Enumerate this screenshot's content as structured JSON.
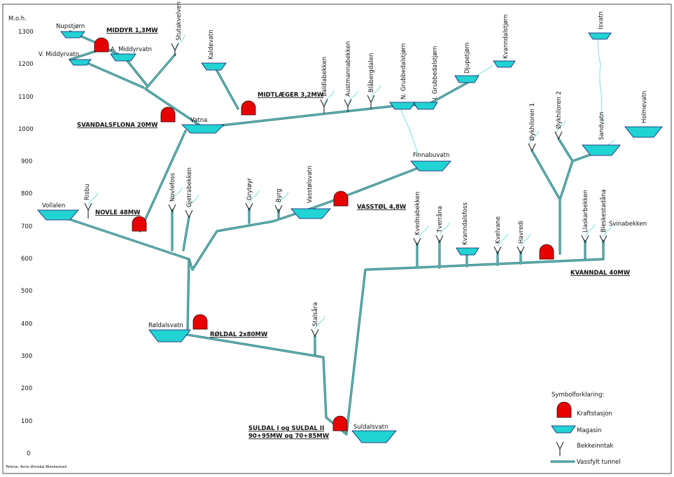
{
  "y_axis": {
    "title": "M.o.h.",
    "ticks": [
      "1300",
      "1200",
      "1100",
      "1000",
      "900",
      "800",
      "700",
      "600",
      "500",
      "400",
      "300",
      "200",
      "100",
      "0"
    ]
  },
  "reservoirs": [
    "Nupstjørn",
    "V. Middyrvatn",
    "A. Middyrvatn",
    "Kaldevatn",
    "Vatna",
    "Vollalen",
    "Vasstølsvatn",
    "Finnabuvatn",
    "Røldalsvatn",
    "Suldalsvatn",
    "Sandvatn",
    "Holmevatn",
    "Isvatn",
    "Kvanndalstjørn",
    "Djupetjørn",
    "N. Grubbedalstjørn",
    "I. Grubbedalstjørn",
    "Kvanndalsfoss"
  ],
  "intakes": [
    "Stutakvelven",
    "Baldlabekken",
    "Austmannabekken",
    "Blåbergdalen",
    "Risbu",
    "Novlefoss",
    "Gjetrabekken",
    "Grytøyr",
    "Byrg",
    "Kvednabekken",
    "Tverråna",
    "Kvelvane",
    "Havredi",
    "Øykhiloren 1",
    "Øykhiloren 2",
    "Llaskarbekken",
    "Bleskestadåna",
    "Svinabekken",
    "Stalsåra"
  ],
  "stations": [
    "MIDDYR 1,3MW",
    "MIDTLÆGER 3,2MW",
    "SVANDALSFLONA 20MW",
    "NOVLE 48MW",
    "VASSTØL 4,8W",
    "RØLDAL 2x80MW",
    "KVANNDAL 40MW",
    "SULDAL I og SULDAL II",
    "90+95MW og 70+85MW"
  ],
  "legend": {
    "title": "Symbolforklaring:",
    "items": [
      "Kraftstasjon",
      "Magasin",
      "Bekkeinntak",
      "Vassfylt tunnel"
    ]
  },
  "credit": "Teikna: Arne Øvrebø Bleskestad"
}
